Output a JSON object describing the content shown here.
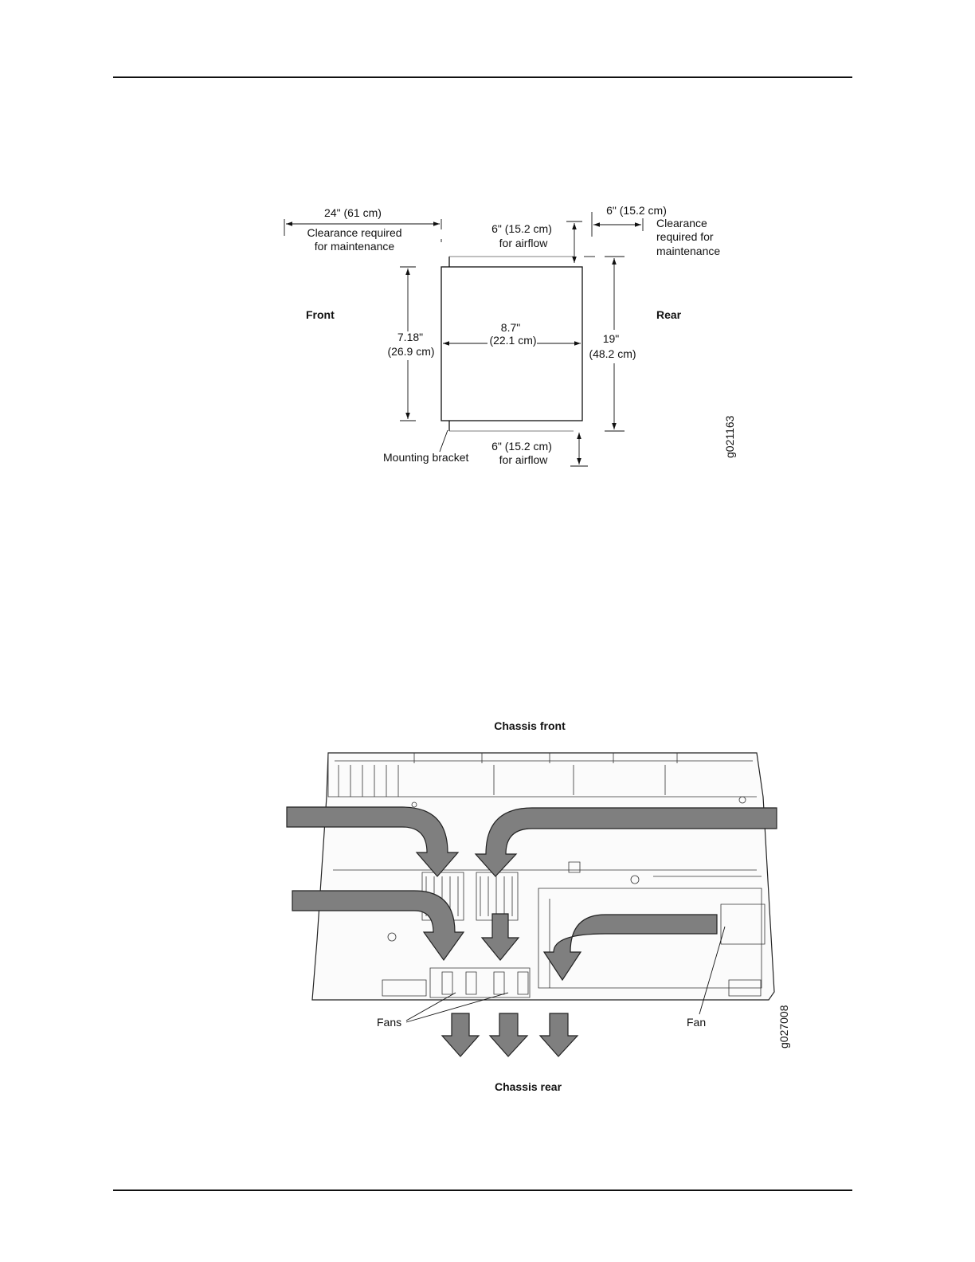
{
  "figure1": {
    "dim_top_left": "24\" (61 cm)",
    "clearance_maint_left_1": "Clearance required",
    "clearance_maint_left_2": "for maintenance",
    "airflow_top_1": "6\" (15.2 cm)",
    "airflow_top_2": "for airflow",
    "dim_top_right": "6\" (15.2 cm)",
    "clearance_right_1": "Clearance",
    "clearance_right_2": "required for",
    "clearance_right_3": "maintenance",
    "front": "Front",
    "rear": "Rear",
    "height_1": "7.18\"",
    "height_2": "(26.9 cm)",
    "width_1": "8.7\"",
    "width_2": "(22.1 cm)",
    "depth_1": "19\"",
    "depth_2": "(48.2 cm)",
    "airflow_bottom_1": "6\" (15.2 cm)",
    "airflow_bottom_2": "for airflow",
    "mounting_bracket": "Mounting bracket",
    "figure_id": "g021163"
  },
  "figure2": {
    "chassis_front": "Chassis front",
    "chassis_rear": "Chassis rear",
    "fans": "Fans",
    "fan": "Fan",
    "figure_id": "g027008"
  }
}
